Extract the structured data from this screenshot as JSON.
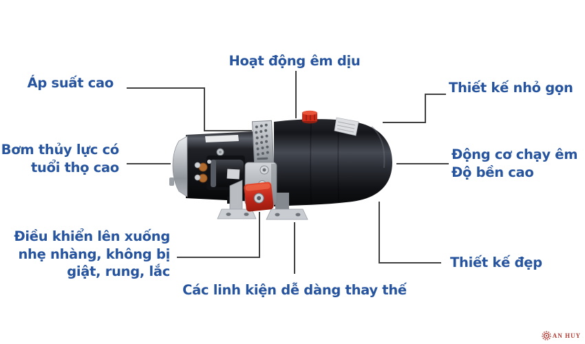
{
  "callouts": {
    "smooth_operation": {
      "text": "Hoạt động êm dịu"
    },
    "high_pressure": {
      "text": "Áp suất cao"
    },
    "long_life_pump": {
      "text": "Bơm thủy lực có\ntuổi thọ cao"
    },
    "compact_design": {
      "text": "Thiết kế nhỏ gọn"
    },
    "quiet_durable_motor": {
      "text": "Động cơ chạy êm\nĐộ bền cao"
    },
    "smooth_control": {
      "text": "Điều khiển lên xuống\nnhẹ nhàng, không bị\ngiật, rung, lắc"
    },
    "easy_replacement": {
      "text": "Các linh kiện dễ dàng thay thế"
    },
    "beautiful_design": {
      "text": "Thiết kế đẹp"
    }
  },
  "logo": {
    "text": "AN HUY"
  },
  "theme": {
    "background": "#FFFFFF",
    "label_color": "#27549E",
    "leader_line_color": "#3E3E3E",
    "tank_color": "#1A1C21",
    "valve_red": "#C3271B",
    "cap_red": "#CE2C18",
    "metal_silver": "#C6C9CD",
    "logo_red": "#B23A32"
  }
}
